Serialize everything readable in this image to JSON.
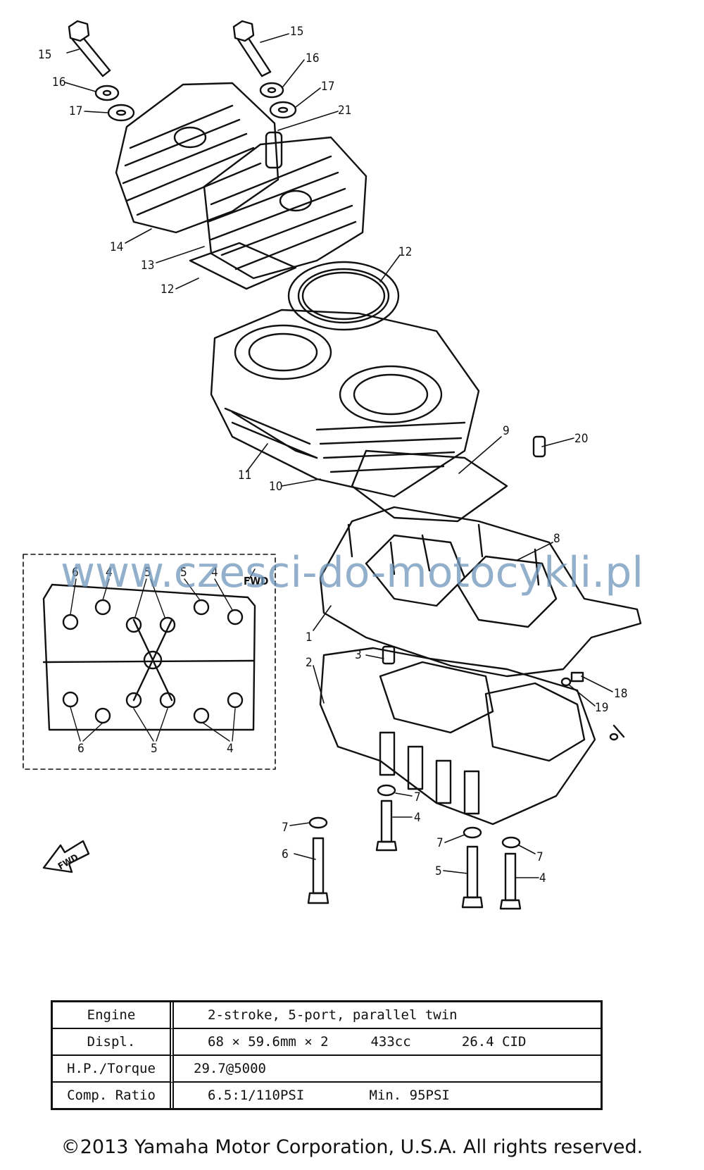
{
  "watermark": "www.czesci-do-motocykli.pl",
  "callouts": {
    "c1": "15",
    "c2": "15",
    "c3": "16",
    "c4": "16",
    "c5": "17",
    "c6": "17",
    "c7": "21",
    "c8": "14",
    "c9": "13",
    "c10": "12",
    "c11": "12",
    "c12": "9",
    "c13": "20",
    "c14": "11",
    "c15": "10",
    "c16": "8",
    "c17": "1",
    "c18": "3",
    "c19": "2",
    "c20": "18",
    "c21": "19",
    "c22": "7",
    "c23": "4",
    "c24": "7",
    "c25": "6",
    "c26": "7",
    "c27": "5",
    "c28": "7",
    "c29": "4"
  },
  "inset": {
    "fwd": "FWD",
    "top_labels": [
      "6",
      "4",
      "5",
      "5",
      "4"
    ],
    "bottom_labels": [
      "6",
      "5",
      "4"
    ]
  },
  "fwd_arrow": "FWD",
  "specs": [
    {
      "label": "Engine",
      "values": [
        "2-stroke, 5-port, parallel twin"
      ]
    },
    {
      "label": "Displ.",
      "values": [
        "68 × 59.6mm × 2",
        "433cc",
        "26.4 CID"
      ]
    },
    {
      "label": "H.P./Torque",
      "values": [
        "29.7@5000"
      ]
    },
    {
      "label": "Comp. Ratio",
      "values": [
        "6.5:1/110PSI",
        "Min. 95PSI"
      ]
    }
  ],
  "copyright": "©2013 Yamaha Motor Corporation, U.S.A. All rights reserved."
}
